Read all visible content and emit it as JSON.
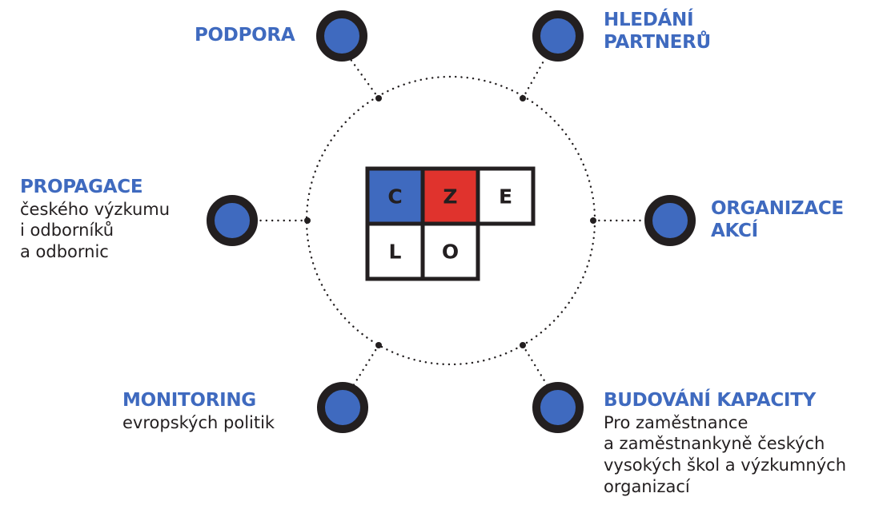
{
  "colors": {
    "node_fill": "#3f6abf",
    "outline": "#231f20",
    "title_text": "#3f6abf",
    "logo_blue": "#3f6abf",
    "logo_red": "#e0332d",
    "logo_white": "#ffffff"
  },
  "logo": {
    "cells": [
      "C",
      "Z",
      "E",
      "L",
      "O"
    ]
  },
  "nodes": {
    "podpora": {
      "title": "PODPORA"
    },
    "hledani": {
      "title": "HLEDÁNÍ\nPARTNERŮ"
    },
    "propagace": {
      "title": "PROPAGACE",
      "desc": "českého výzkumu\ni odborníků\na odbornic"
    },
    "organizace": {
      "title": "ORGANIZACE\nAKCÍ"
    },
    "monitoring": {
      "title": "MONITORING",
      "desc": "evropských politik"
    },
    "budovani": {
      "title": "BUDOVÁNÍ KAPACITY",
      "desc": "Pro zaměstnance\na zaměstnankyně českých\nvysokých škol a výzkumných\norganizací"
    }
  }
}
